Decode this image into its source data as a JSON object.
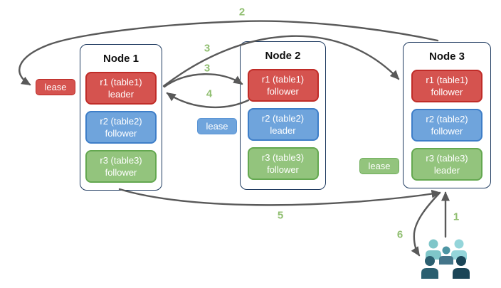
{
  "nodes": [
    {
      "title": "Node 1",
      "replicas": [
        {
          "name": "r1 (table1)",
          "role": "leader",
          "color": "red"
        },
        {
          "name": "r2 (table2)",
          "role": "follower",
          "color": "blue"
        },
        {
          "name": "r3 (table3)",
          "role": "follower",
          "color": "green"
        }
      ]
    },
    {
      "title": "Node 2",
      "replicas": [
        {
          "name": "r1 (table1)",
          "role": "follower",
          "color": "red"
        },
        {
          "name": "r2 (table2)",
          "role": "leader",
          "color": "blue"
        },
        {
          "name": "r3 (table3)",
          "role": "follower",
          "color": "green"
        }
      ]
    },
    {
      "title": "Node 3",
      "replicas": [
        {
          "name": "r1 (table1)",
          "role": "follower",
          "color": "red"
        },
        {
          "name": "r2 (table2)",
          "role": "follower",
          "color": "blue"
        },
        {
          "name": "r3 (table3)",
          "role": "leader",
          "color": "green"
        }
      ]
    }
  ],
  "leases": [
    {
      "label": "lease",
      "color": "red"
    },
    {
      "label": "lease",
      "color": "blue"
    },
    {
      "label": "lease",
      "color": "green"
    }
  ],
  "steps": [
    {
      "label": "1"
    },
    {
      "label": "2"
    },
    {
      "label": "3"
    },
    {
      "label": "3"
    },
    {
      "label": "4"
    },
    {
      "label": "5"
    },
    {
      "label": "6"
    }
  ],
  "icons": {
    "users": "users-group-icon"
  },
  "colors": {
    "replica_red_fill": "#d5534f",
    "replica_red_border": "#c02c28",
    "replica_blue_fill": "#6fa4dc",
    "replica_blue_border": "#3e7ec8",
    "replica_green_fill": "#93c47d",
    "replica_green_border": "#64a850",
    "node_border": "#1e3a5f",
    "arrow": "#595959",
    "step_label": "#8fbe6f",
    "users_light_teal": "#94d5da",
    "users_medium_teal": "#4d95a3",
    "users_dark_teal": "#2b5f70",
    "users_darkest": "#1b4557"
  }
}
